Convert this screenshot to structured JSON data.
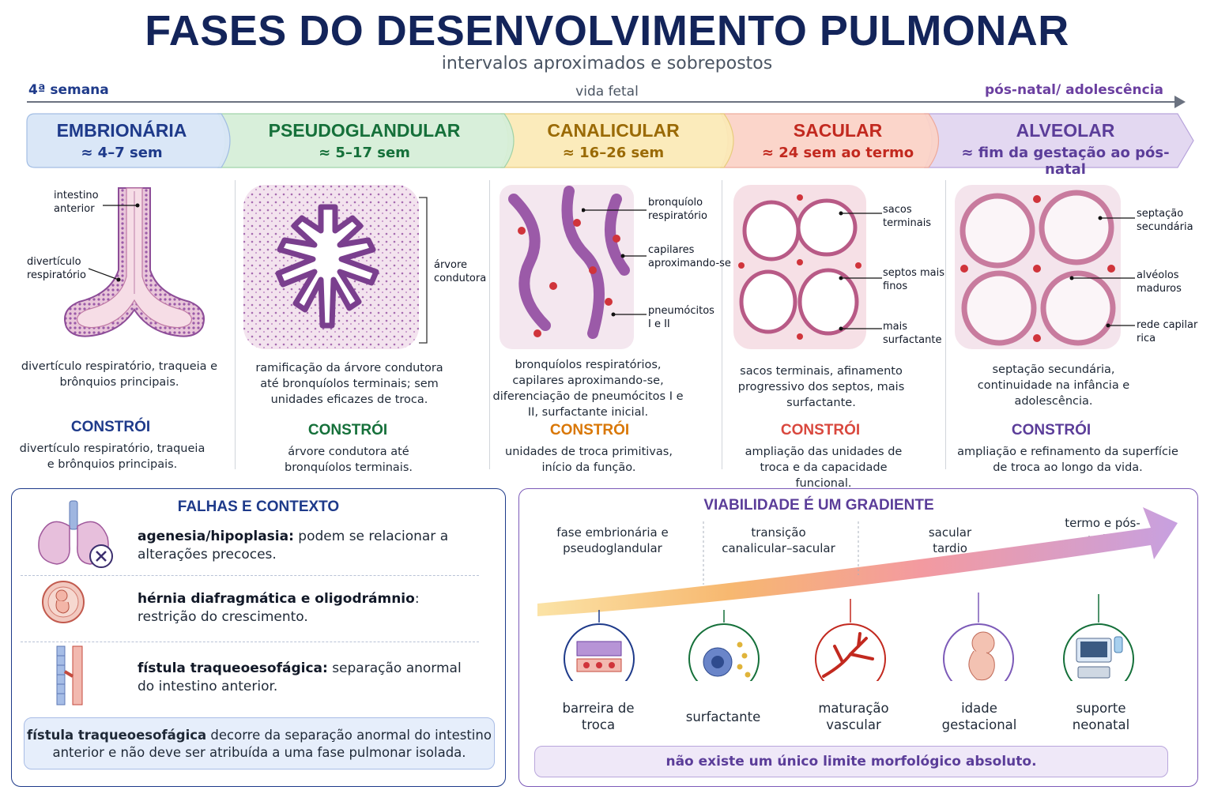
{
  "title": "FASES DO DESENVOLVIMENTO PULMONAR",
  "subtitle": "intervalos aproximados e sobrepostos",
  "timeline": {
    "left": "4ª semana",
    "middle": "vida fetal",
    "right": "pós-natal/ adolescência"
  },
  "phases": [
    {
      "name": "EMBRIONÁRIA",
      "range": "≈ 4–7 sem",
      "color": "#1e3a8a",
      "fill": "#d9e6f7",
      "labels": [
        "intestino anterior",
        "divertículo respiratório"
      ],
      "description": "divertículo respiratório, traqueia e brônquios principais.",
      "builds_title": "CONSTRÓI",
      "builds": "divertículo respiratório, traqueia e brônquios principais."
    },
    {
      "name": "PSEUDOGLANDULAR",
      "range": "≈ 5–17 sem",
      "color": "#15703a",
      "fill": "#d6efd9",
      "labels": [
        "árvore condutora"
      ],
      "description": "ramificação da árvore condutora até bronquíolos terminais; sem unidades eficazes de troca.",
      "builds_title": "CONSTRÓI",
      "builds": "árvore condutora até bronquíolos terminais."
    },
    {
      "name": "CANALICULAR",
      "range": "≈ 16–26 sem",
      "color": "#9a6a06",
      "fill": "#fbeab8",
      "labels": [
        "bronquíolo respiratório",
        "capilares aproximando-se",
        "pneumócitos I e II"
      ],
      "description": "bronquíolos respiratórios, capilares aproximando-se, diferenciação de pneumócitos I e II, surfactante inicial.",
      "builds_title": "CONSTRÓI",
      "builds": "unidades de troca primitivas, início da função."
    },
    {
      "name": "SACULAR",
      "range": "≈ 24 sem ao termo",
      "color": "#c2291f",
      "fill": "#fbd3c8",
      "labels": [
        "sacos terminais",
        "septos mais finos",
        "mais surfactante"
      ],
      "description": "sacos terminais, afinamento progressivo dos septos, mais surfactante.",
      "builds_title": "CONSTRÓI",
      "builds": "ampliação das unidades de troca e da capacidade funcional."
    },
    {
      "name": "ALVEOLAR",
      "range": "≈ fim da gestação ao pós-natal",
      "color": "#5b3d99",
      "fill": "#e3d8f1",
      "labels": [
        "septação secundária",
        "alvéolos maduros",
        "rede capilar rica"
      ],
      "description": "septação secundária, continuidade na infância e adolescência.",
      "builds_title": "CONSTRÓI",
      "builds": "ampliação e refinamento da superfície de troca ao longo da vida."
    }
  ],
  "failures": {
    "title": "FALHAS E CONTEXTO",
    "items": [
      {
        "bold": "agenesia/hipoplasia:",
        "text": " podem se relacionar a alterações precoces.",
        "icon": "lungs-x-icon"
      },
      {
        "bold": "hérnia diafragmática e oligodrámnio",
        "text": ": restrição do crescimento.",
        "icon": "fetus-icon"
      },
      {
        "bold": "fístula traqueoesofágica:",
        "text": " separação anormal do intestino anterior.",
        "icon": "trachea-esophagus-icon"
      }
    ],
    "note_bold": "fístula traqueoesofágica",
    "note_text": " decorre da separação anormal do intestino anterior e não deve ser atribuída a uma fase pulmonar isolada."
  },
  "viability": {
    "title": "VIABILIDADE É UM GRADIENTE",
    "stages": [
      "fase embrionária e pseudoglandular",
      "transição canalicular–sacular",
      "sacular tardio",
      "termo e pós-natal"
    ],
    "factors": [
      {
        "label": "barreira de troca",
        "icon": "exchange-barrier-icon",
        "color": "#1e3a8a"
      },
      {
        "label": "surfactante",
        "icon": "surfactant-icon",
        "color": "#15703a"
      },
      {
        "label": "maturação vascular",
        "icon": "vascular-tree-icon",
        "color": "#c2291f"
      },
      {
        "label": "idade gestacional",
        "icon": "fetus-icon",
        "color": "#7c5ab8"
      },
      {
        "label": "suporte neonatal",
        "icon": "ventilator-icon",
        "color": "#15703a"
      }
    ],
    "note": "não existe um único limite morfológico absoluto."
  }
}
